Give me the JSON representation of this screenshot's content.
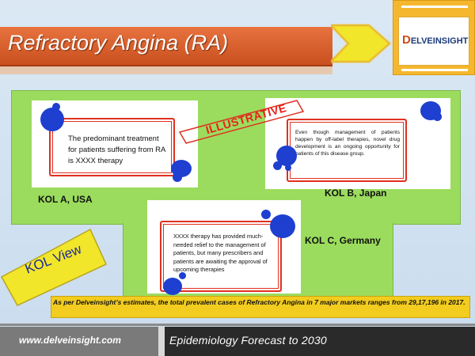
{
  "header": {
    "title": "Refractory Angina (RA)",
    "logo_text_main": "ELVEINSIGHT",
    "logo_text_initial": "D",
    "logo_color": "#f4b72e",
    "title_color": "#e8733f"
  },
  "stamp": {
    "label": "ILLUSTRATIVE"
  },
  "kol_view": {
    "label": "KOL View"
  },
  "cards": [
    {
      "name": "KOL A, USA",
      "quote": "The predominant treatment for patients suffering from RA is XXXX therapy"
    },
    {
      "name": "KOL B, Japan",
      "quote": "Even though management of patients happen by off-label therapies, novel drug development is an ongoing opportunity for patients of this disease group."
    },
    {
      "name": "KOL C, Germany",
      "quote": "XXXX therapy has provided much-needed relief to the management of patients, but many prescribers and patients are awaiting the approval of upcoming therapies"
    }
  ],
  "estimate": "As per Delveinsight’s estimates, the total prevalent cases of Refractory Angina in 7 major markets ranges from 29,17,196 in 2017.",
  "footer": {
    "website": "www.delveinsight.com",
    "tagline": "Epidemiology  Forecast  to 2030"
  }
}
